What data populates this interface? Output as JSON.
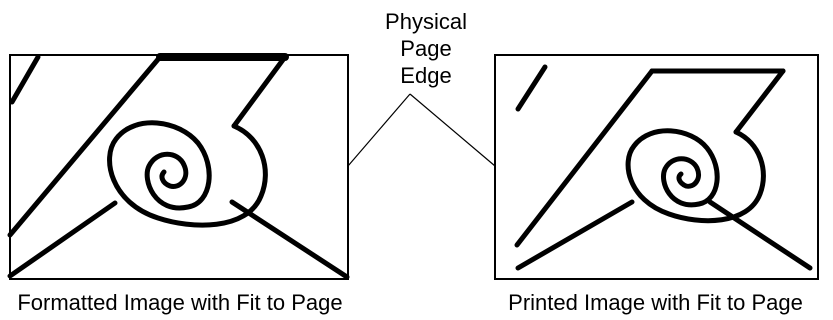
{
  "callout": {
    "lines": [
      "Physical",
      "Page",
      "Edge"
    ]
  },
  "panels": {
    "left_caption": "Formatted Image with Fit to Page",
    "right_caption": "Printed Image with Fit to Page"
  },
  "colors": {
    "stroke": "#000000",
    "background": "#ffffff"
  }
}
